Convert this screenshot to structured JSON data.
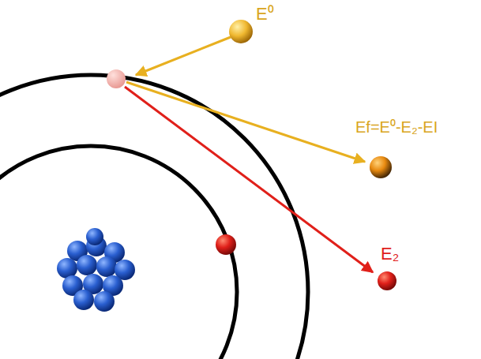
{
  "diagram": {
    "labels": [
      "E⁰",
      "Ef=E⁰-E₂-EI",
      "E₂"
    ]
  }
}
